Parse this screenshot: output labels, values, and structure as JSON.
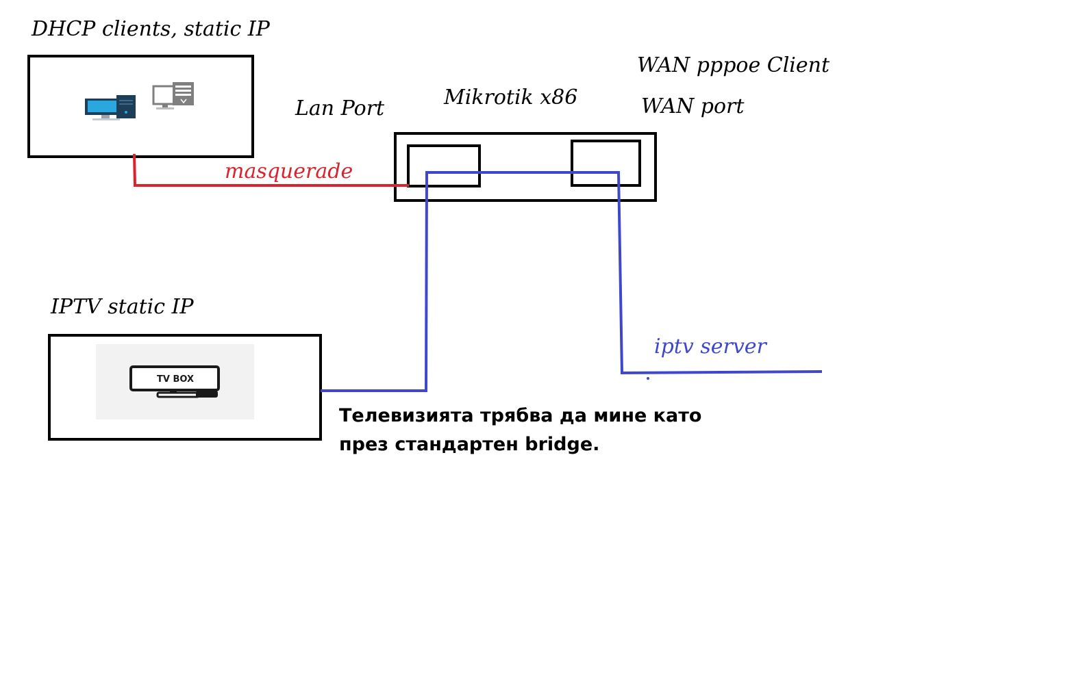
{
  "labels": {
    "dhcp_clients": "DHCP clients, static IP",
    "iptv_static": "IPTV static IP",
    "lan_port": "Lan Port",
    "router": "Mikrotik x86",
    "wan_pppoe": "WAN pppoe Client",
    "wan_port": "WAN port",
    "masquerade": "masquerade",
    "iptv_server": "iptv server",
    "tv_box": "TV BOX"
  },
  "note": {
    "line1": "Телевизията трябва да мине като",
    "line2": "през стандартен bridge."
  },
  "colors": {
    "lan_link": "#d9232d",
    "bridge_link": "#3f48cc",
    "outline": "#000000",
    "monitor_screen": "#29a8e0",
    "pc_case": "#1d3e58",
    "server_grey": "#7f7f7f"
  },
  "icons": [
    "desktop-computer-icon",
    "server-computer-icon",
    "tv-box-icon"
  ]
}
